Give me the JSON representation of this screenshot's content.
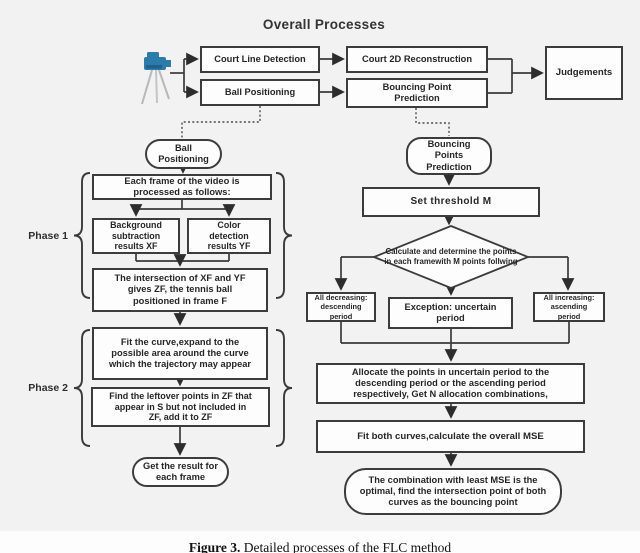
{
  "title": "Overall Processes",
  "icons": {
    "camera": "video-camera-on-tripod"
  },
  "colors": {
    "page_bg": "#f2f2f2",
    "line": "#3a3a3a",
    "camera_blue": "#2b7cab",
    "tripod_gray": "#b8b8b8",
    "box_bg": "#fdfdfd"
  },
  "top": {
    "court_line": "Court Line Detection",
    "court_2d": "Court 2D Reconstruction",
    "ball_positioning": "Ball Positioning",
    "bouncing_point": "Bouncing Point\nPrediction",
    "judgements": "Judgements"
  },
  "left": {
    "phase1": "Phase 1",
    "phase2": "Phase 2",
    "start": "Ball\nPositioning",
    "each_frame": "Each frame of the video is\nprocessed as follows:",
    "bg_subtraction": "Background\nsubtraction\nresults XF",
    "color_detection": "Color\ndetection\nresults YF",
    "intersection": "The intersection of XF and YF\ngives ZF, the tennis ball\npositioned in frame F",
    "fit_curve": "Fit the curve,expand to the\npossible area around the curve\nwhich the trajectory may appear",
    "find_leftover": "Find the leftover points in ZF that\nappear in S but not included in\nZF, add it to ZF",
    "get_result": "Get the result for\neach frame"
  },
  "right": {
    "start": "Bouncing\nPoints\nPrediction",
    "set_threshold": "Set threshold M",
    "decision": "Calculate and determine the points\nin each framewith M points follwing",
    "all_decreasing": "All decreasing:\ndescending\nperiod",
    "exception": "Exception: uncertain\nperiod",
    "all_increasing": "All increasing:\nascending\nperiod",
    "allocate": "Allocate the points in uncertain period to the\ndescending period or the ascending period\nrespectively, Get N allocation combinations,",
    "fit_both": "Fit both curves,calculate the overall MSE",
    "combination": "The combination with least MSE is the\noptimal, find the intersection point of both\ncurves as the bouncing point"
  },
  "caption": {
    "label": "Figure 3.",
    "text": " Detailed processes of the FLC method"
  }
}
